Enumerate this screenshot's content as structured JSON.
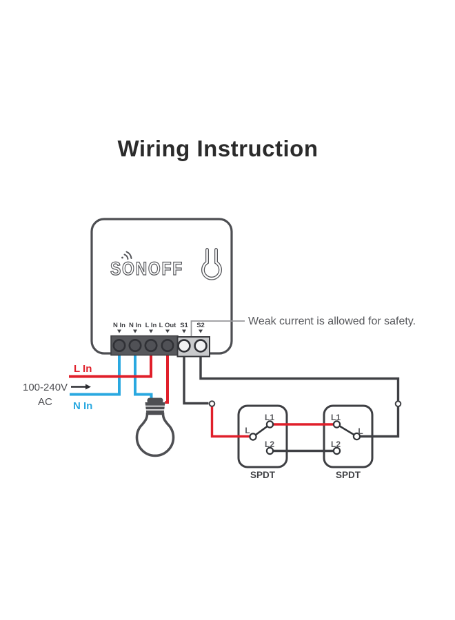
{
  "page": {
    "title": "Wiring Instruction"
  },
  "colors": {
    "live": "#e01f2a",
    "neutral": "#29a8e0",
    "wire_dark": "#3f4044",
    "outline": "#4d4e52",
    "label_gray": "#56575b",
    "leader_gray": "#97989b"
  },
  "device": {
    "brand": "SONOFF",
    "terminal_labels": [
      "N In",
      "N In",
      "L In",
      "L Out",
      "S1",
      "S2"
    ]
  },
  "annotation": {
    "text": "Weak current is allowed for safety."
  },
  "supply": {
    "live_label": "L In",
    "voltage": "100-240V",
    "current_type": "AC",
    "neutral_label": "N In"
  },
  "switches": [
    {
      "contact1": "L1",
      "common": "L",
      "contact2": "L2",
      "type": "SPDT"
    },
    {
      "contact1": "L1",
      "common": "L",
      "contact2": "L2",
      "type": "SPDT"
    }
  ],
  "icons": {
    "signal": "signal-waves-icon",
    "keyhole": "keyhole-mount-icon",
    "bulb": "light-bulb-icon",
    "arrow": "flow-arrow-icon"
  }
}
